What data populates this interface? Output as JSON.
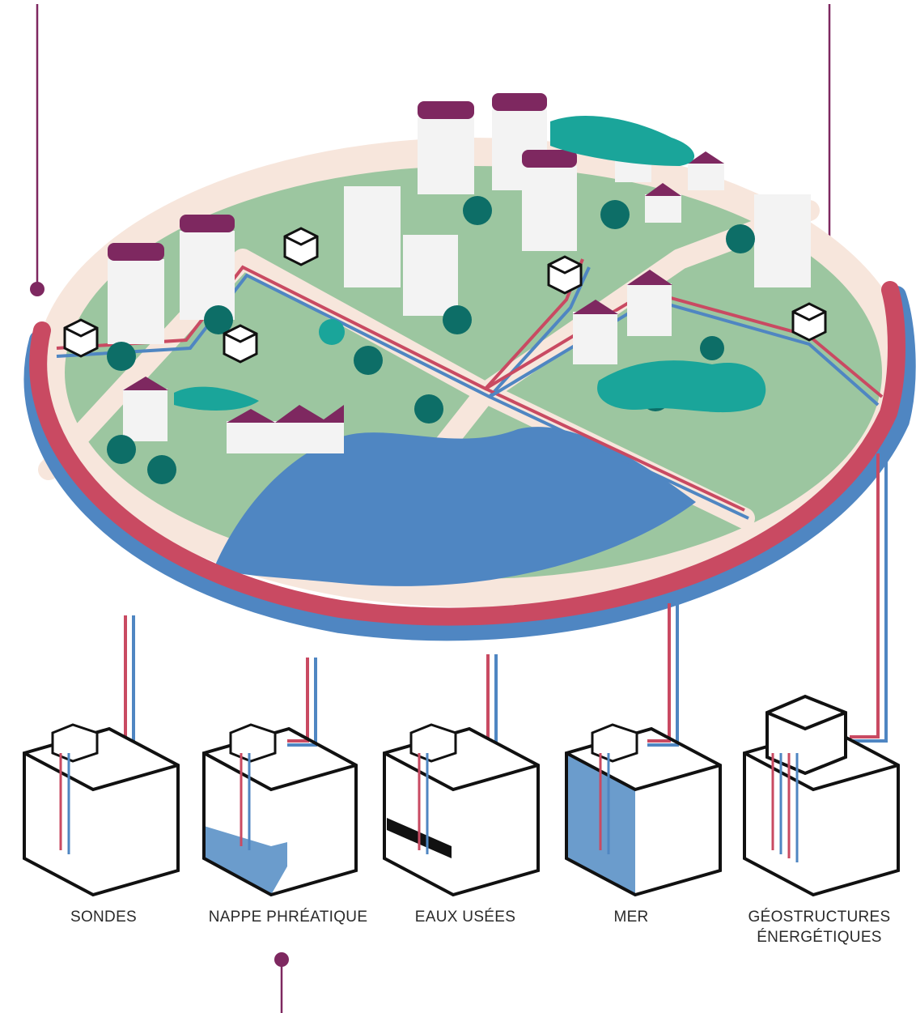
{
  "labels": {
    "sondes": "SONDES",
    "nappe": "NAPPE PHRÉATIQUE",
    "eaux": "EAUX USÉES",
    "mer": "MER",
    "geo_line1": "GÉOSTRUCTURES",
    "geo_line2": "ÉNERGÉTIQUES"
  },
  "colors": {
    "hot_pipe": "#c94a62",
    "cold_pipe": "#4f86c2",
    "grass": "#9cc6a0",
    "ring": "#f7e6dc",
    "lake": "#4f86c2",
    "roof": "#7e2860",
    "tree": "#1aa59a",
    "tree_dark": "#0d6e67",
    "pin": "#7e2860"
  }
}
